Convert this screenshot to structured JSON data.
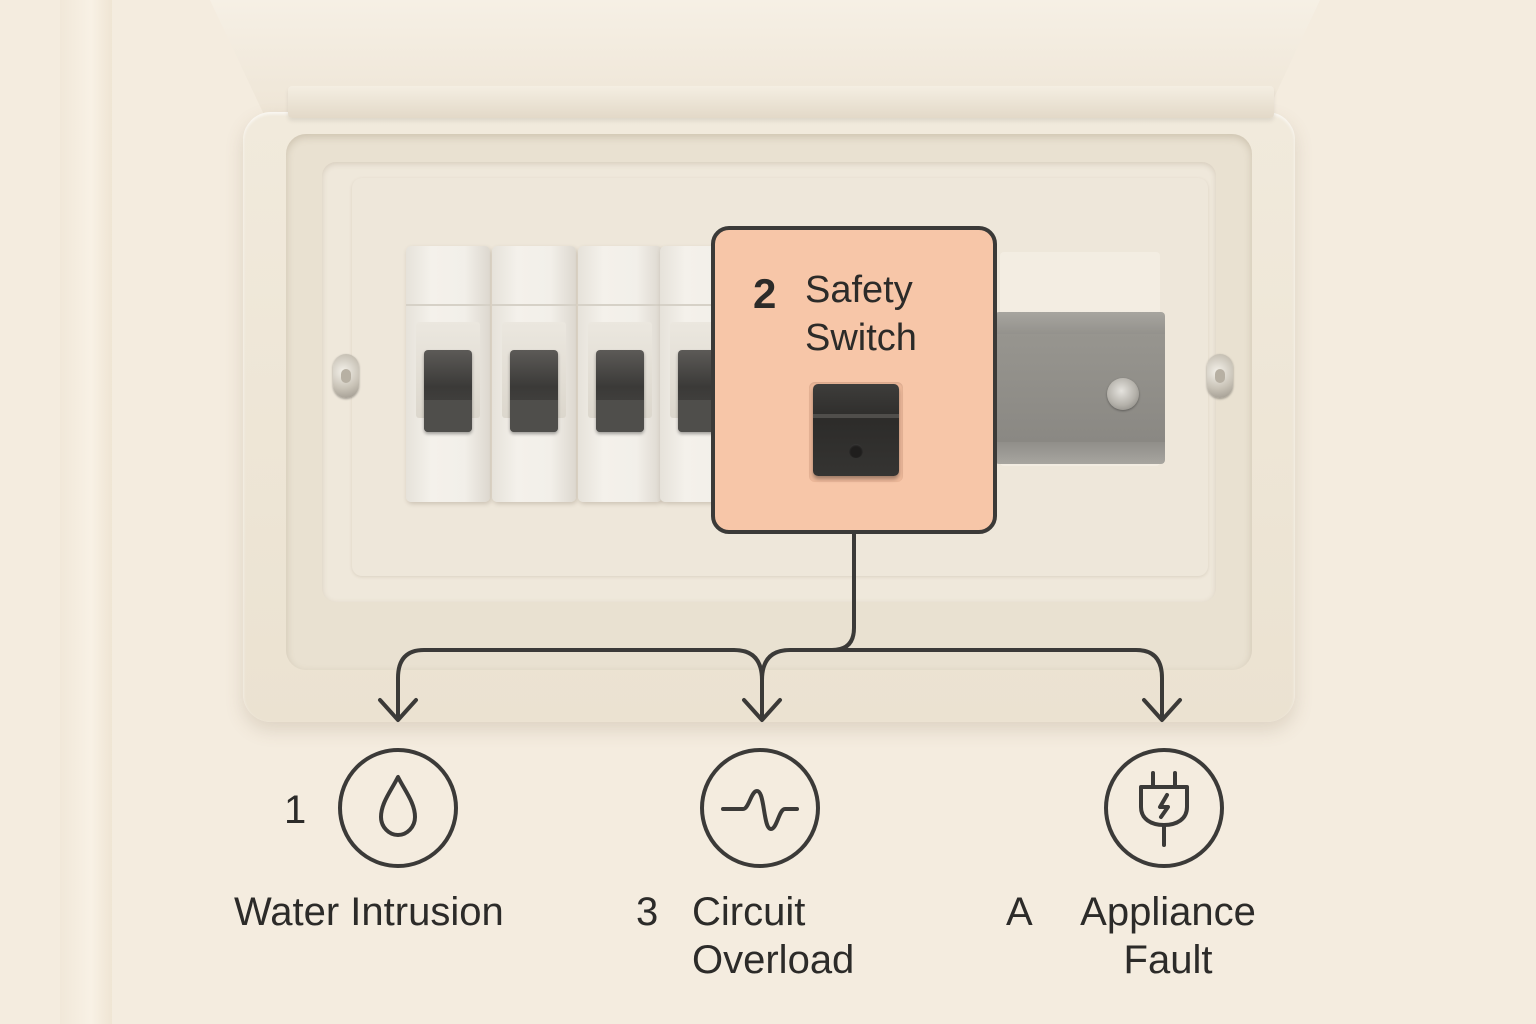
{
  "safety_switch": {
    "number": "2",
    "label": "Safety\nSwitch"
  },
  "causes": [
    {
      "number": "1",
      "label": "Water Intrusion",
      "icon": "water-drop-icon"
    },
    {
      "number": "3",
      "label": "Circuit\nOverload",
      "icon": "waveform-icon"
    },
    {
      "number": "A",
      "label": "Appliance\nFault",
      "icon": "plug-icon"
    }
  ],
  "colors": {
    "card_fill": "#f7c6a8",
    "outline": "#3b3a38",
    "text": "#2c2b29",
    "wall": "#f4ecdf"
  }
}
